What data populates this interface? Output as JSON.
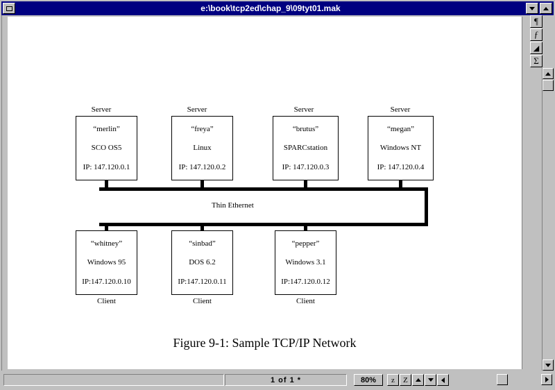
{
  "window": {
    "title": "e:\\book\\tcp2ed\\chap_9\\09tyt01.mak",
    "sys_menu_icon": "minimize-box-icon",
    "restore_icon": "chevron-down-icon",
    "maximize_icon": "chevron-up-icon"
  },
  "right_toolbar": {
    "buttons": [
      {
        "name": "paragraph-palette-button",
        "glyph": "¶"
      },
      {
        "name": "function-palette-button",
        "glyph": "ƒ"
      },
      {
        "name": "graph-palette-button",
        "glyph": "◢"
      },
      {
        "name": "summation-palette-button",
        "glyph": "Σ"
      }
    ]
  },
  "vertical_scrollbar": {
    "up_icon": "arrow-up-icon",
    "down_icon": "arrow-down-icon",
    "thumb": "scroll-thumb"
  },
  "statusbar": {
    "message": "",
    "page_indicator": "1 of 1 *",
    "zoom": "80%",
    "mini_buttons": [
      {
        "name": "auto-calc-button",
        "glyph": "z"
      },
      {
        "name": "manual-calc-button",
        "glyph": "Z"
      },
      {
        "name": "page-up-button",
        "glyph": "⬆"
      },
      {
        "name": "page-down-button",
        "glyph": "⬇"
      },
      {
        "name": "scroll-left-button",
        "glyph": "◀"
      }
    ],
    "hscroll_right_icon": "arrow-right-icon"
  },
  "diagram": {
    "figure_caption": "Figure 9-1: Sample TCP/IP Network",
    "bus_label": "Thin Ethernet",
    "servers": [
      {
        "role": "Server",
        "hostname": "“merlin”",
        "os": "SCO OS5",
        "ip": "IP:  147.120.0.1"
      },
      {
        "role": "Server",
        "hostname": "“freya”",
        "os": "Linux",
        "ip": "IP:  147.120.0.2"
      },
      {
        "role": "Server",
        "hostname": "“brutus”",
        "os": "SPARCstation",
        "ip": "IP:  147.120.0.3"
      },
      {
        "role": "Server",
        "hostname": "“megan”",
        "os": "Windows NT",
        "ip": "IP:  147.120.0.4"
      }
    ],
    "clients": [
      {
        "role": "Client",
        "hostname": "“whitney”",
        "os": "Windows 95",
        "ip": "IP:147.120.0.10"
      },
      {
        "role": "Client",
        "hostname": "“sinbad”",
        "os": "DOS 6.2",
        "ip": "IP:147.120.0.11"
      },
      {
        "role": "Client",
        "hostname": "“pepper”",
        "os": "Windows 3.1",
        "ip": "IP:147.120.0.12"
      }
    ]
  },
  "colors": {
    "titlebar": "#000080",
    "chrome": "#c0c0c0",
    "page": "#ffffff",
    "ink": "#000000"
  }
}
